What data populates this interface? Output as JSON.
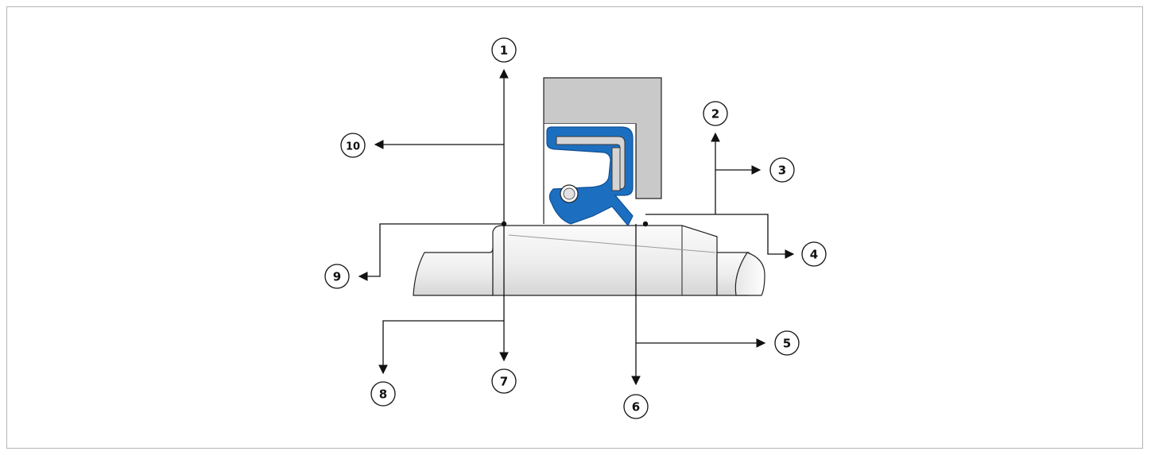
{
  "diagram": {
    "colors": {
      "seal": "#1c6fc0",
      "seal_dark": "#0f4f92",
      "housing": "#c9c9c9",
      "shaft_light": "#f2f2f2",
      "shaft_shade": "#d8d8d8",
      "outline": "#222222",
      "line": "#111111"
    },
    "callouts": [
      {
        "id": "c1",
        "label": "1"
      },
      {
        "id": "c2",
        "label": "2"
      },
      {
        "id": "c3",
        "label": "3"
      },
      {
        "id": "c4",
        "label": "4"
      },
      {
        "id": "c5",
        "label": "5"
      },
      {
        "id": "c6",
        "label": "6"
      },
      {
        "id": "c7",
        "label": "7"
      },
      {
        "id": "c8",
        "label": "8"
      },
      {
        "id": "c9",
        "label": "9"
      },
      {
        "id": "c10",
        "label": "10"
      }
    ]
  }
}
